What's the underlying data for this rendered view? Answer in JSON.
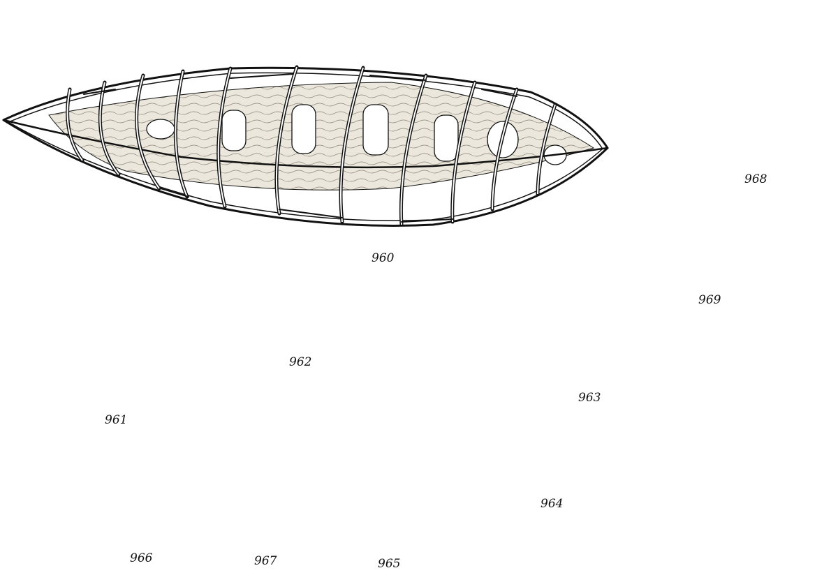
{
  "labels": {
    "p960": "960",
    "p961": "961",
    "p962": "962",
    "p963": "963",
    "p964": "964",
    "p965": "965",
    "p966": "966",
    "p967": "967",
    "p968": "968",
    "p969": "969"
  },
  "colors": {
    "ink": "#111111",
    "paper": "#ffffff",
    "wood": "#e6e1d6",
    "metal": "#9a968e"
  }
}
